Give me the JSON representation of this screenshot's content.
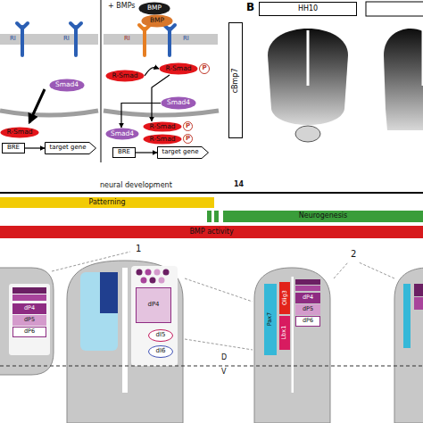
{
  "diagram": {
    "nodes": [
      {
        "text": [
          "Smad4"
        ]
      },
      {
        "text": [
          "R-Smad"
        ]
      },
      {
        "text": [
          "BRE"
        ]
      },
      {
        "text": [
          "target gene"
        ]
      },
      {
        "text": [
          "BMP"
        ]
      },
      {
        "text": [
          "BMP"
        ]
      },
      {
        "text": [
          "R-Smad"
        ]
      },
      {
        "text": [
          "R-Smad"
        ]
      },
      {
        "text": [
          "P"
        ]
      },
      {
        "text": [
          "Smad4"
        ]
      },
      {
        "text": [
          "Smad4"
        ]
      },
      {
        "text": [
          "R-Smad"
        ]
      },
      {
        "text": [
          "P"
        ]
      },
      {
        "text": [
          "R-Smad"
        ]
      },
      {
        "text": [
          "P"
        ]
      },
      {
        "text": [
          "BRE"
        ]
      },
      {
        "text": [
          "target gene"
        ]
      },
      {
        "text": [
          "HH10"
        ]
      },
      {
        "text": [
          "cBmp7"
        ]
      },
      {
        "text": [
          "Patterning"
        ]
      },
      {
        "text": [
          "Neurogenesis"
        ]
      },
      {
        "text": [
          "BMP activity"
        ]
      },
      {
        "text": [
          "dP4"
        ]
      },
      {
        "text": [
          "dP5"
        ]
      },
      {
        "text": [
          "dP6"
        ]
      },
      {
        "text": [
          "dP4"
        ]
      },
      {
        "text": [
          "dI5"
        ]
      },
      {
        "text": [
          "dI6"
        ]
      },
      {
        "text": [
          "Pax7"
        ]
      },
      {
        "text": [
          "Olig3"
        ]
      },
      {
        "text": [
          "Lbx1"
        ]
      },
      {
        "text": [
          "dP4"
        ]
      },
      {
        "text": [
          "dP5"
        ]
      },
      {
        "text": [
          "dP6"
        ]
      }
    ],
    "edges": [
      {
        "from": 2,
        "to": 3,
        "arrow": "to"
      },
      {
        "from": 15,
        "to": 16,
        "arrow": "to"
      },
      {
        "from": 6,
        "to": 7,
        "arrow": "to"
      },
      {
        "from": 7,
        "to": 11,
        "arrow": "to"
      },
      {
        "from": 9,
        "to": 10,
        "arrow": "to"
      }
    ],
    "labels": [
      "+ BMPs",
      "RI",
      "RI",
      "RI",
      "RI",
      "B",
      "neural development",
      "14",
      "1",
      "2",
      "D",
      "V"
    ]
  }
}
